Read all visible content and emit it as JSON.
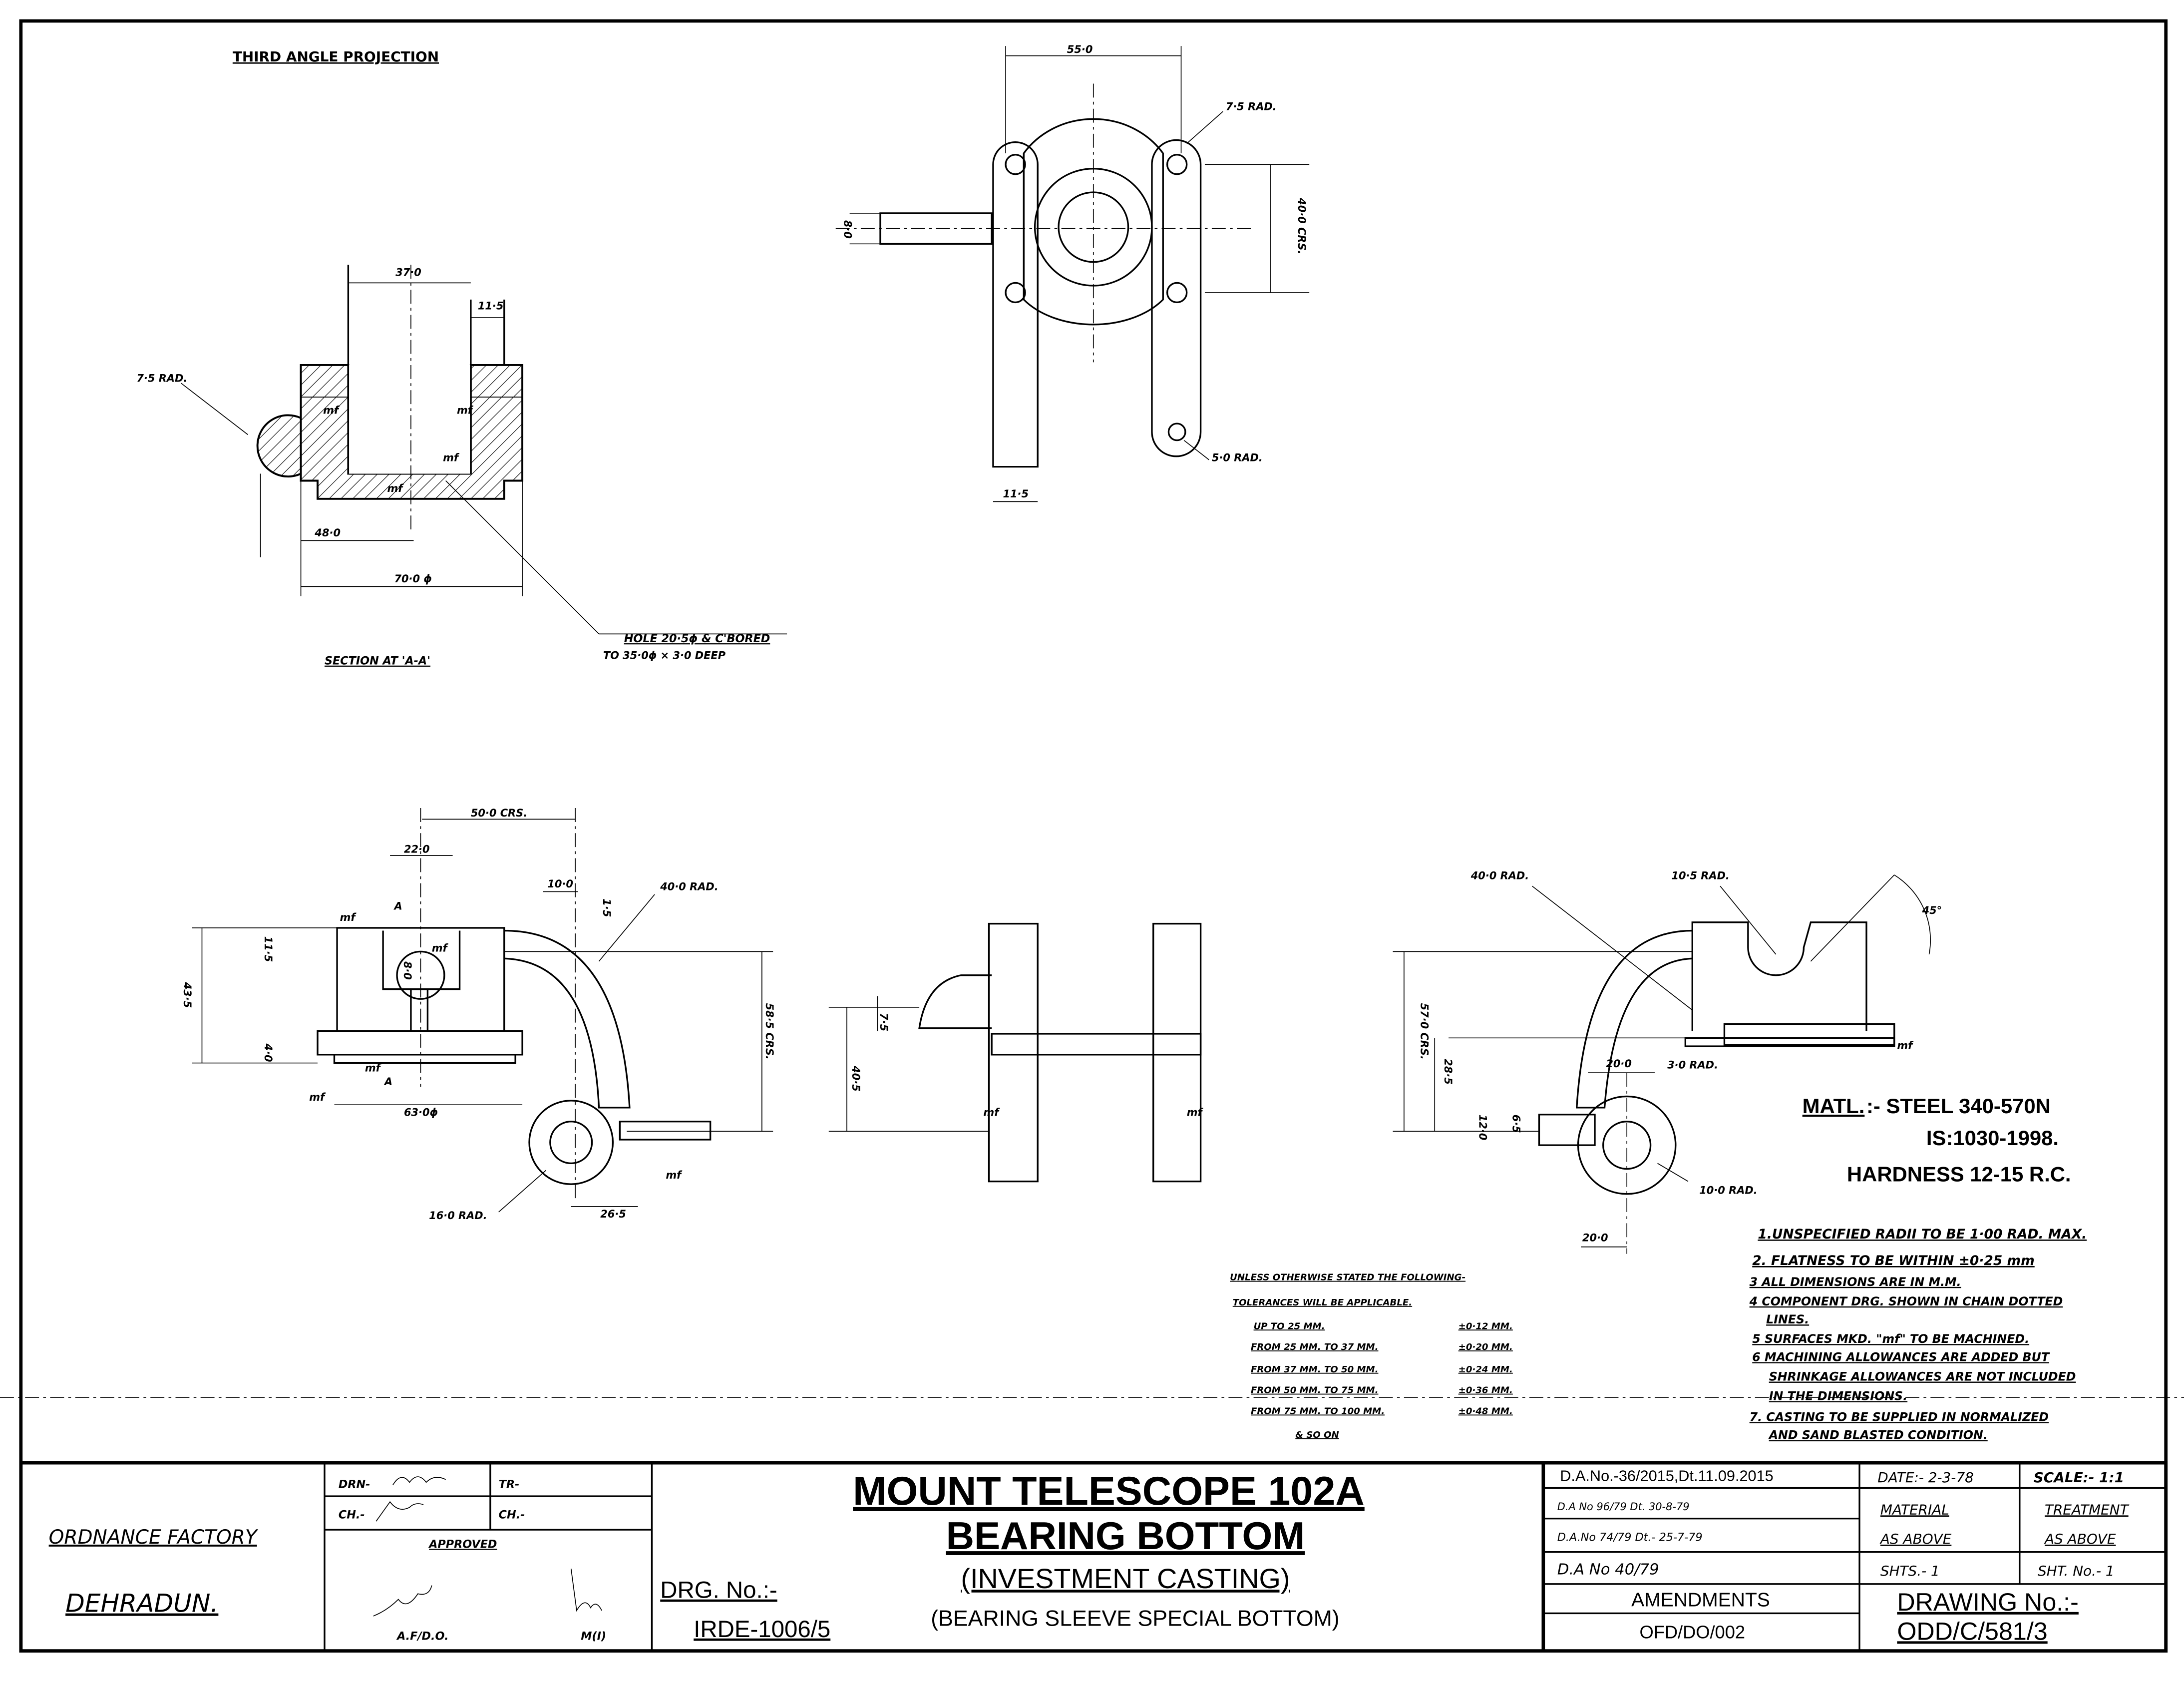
{
  "header": {
    "projection": "THIRD ANGLE PROJECTION"
  },
  "views": {
    "section": {
      "label": "SECTION AT 'A-A'",
      "dims": [
        "37·0",
        "11·5",
        "7·5 RAD.",
        "48·0",
        "70·0 ϕ",
        "mf",
        "mf",
        "mf",
        "mf"
      ],
      "hole_note": [
        "HOLE 20·5ϕ & C'BORED",
        "TO 35·0ϕ × 3·0 DEEP"
      ]
    },
    "top": {
      "dims": [
        "55·0",
        "7·5 RAD.",
        "40·0 CRS.",
        "8·0",
        "11·5",
        "5·0 RAD."
      ]
    },
    "front": {
      "dims": [
        "50·0 CRS.",
        "22·0",
        "10·0",
        "1·5",
        "40·0 RAD.",
        "11·5",
        "8·0",
        "43·5",
        "4·0",
        "58·5 CRS.",
        "63·0ϕ",
        "16·0 RAD.",
        "26·5",
        "A",
        "A",
        "mf",
        "mf",
        "mf",
        "mf",
        "mf"
      ]
    },
    "side": {
      "dims": [
        "7·5",
        "40·5",
        "mf",
        "mf"
      ]
    },
    "right": {
      "dims": [
        "40·0 RAD.",
        "10·5 RAD.",
        "45°",
        "57·0 CRS.",
        "28·5",
        "20·0",
        "3·0 RAD.",
        "12·0",
        "6·5",
        "10·0 RAD.",
        "20·0",
        "mf"
      ]
    }
  },
  "material": {
    "label": "MATL.",
    "spec": ":- STEEL 340-570N",
    "standard": "IS:1030-1998.",
    "hardness": "HARDNESS 12-15 R.C."
  },
  "notes": [
    "1.UNSPECIFIED RADII TO BE 1·00 RAD. MAX.",
    "2. FLATNESS TO BE WITHIN ±0·25 mm",
    "3 ALL DIMENSIONS ARE IN M.M.",
    "4 COMPONENT DRG. SHOWN IN CHAIN DOTTED",
    "LINES.",
    "5 SURFACES MKD. \"mf\" TO BE MACHINED.",
    "6 MACHINING ALLOWANCES ARE ADDED BUT",
    "SHRINKAGE ALLOWANCES ARE NOT INCLUDED",
    "IN THE DIMENSIONS.",
    "7. CASTING TO BE SUPPLIED IN NORMALIZED",
    "AND SAND BLASTED CONDITION."
  ],
  "tolerances": {
    "heading": [
      "UNLESS OTHERWISE STATED THE FOLLOWING-",
      "TOLERANCES WILL BE APPLICABLE."
    ],
    "rows": [
      {
        "range": "UP TO 25 MM.",
        "value": "±0·12 MM."
      },
      {
        "range": "FROM 25 MM. TO 37 MM.",
        "value": "±0·20 MM."
      },
      {
        "range": "FROM 37 MM. TO 50 MM.",
        "value": "±0·24 MM."
      },
      {
        "range": "FROM 50 MM. TO 75 MM.",
        "value": "±0·36 MM."
      },
      {
        "range": "FROM 75 MM. TO 100 MM.",
        "value": "±0·48 MM."
      }
    ],
    "footer": "& SO ON"
  },
  "title_block": {
    "org": "ORDNANCE FACTORY",
    "city": "DEHRADUN.",
    "drn": "DRN-",
    "tr": "TR-",
    "ch1": "CH.-",
    "ch2": "CH.-",
    "approved": "APPROVED",
    "af_do": "A.F/D.O.",
    "m1": "M(I)",
    "title1": "MOUNT TELESCOPE 102A",
    "title2": "BEARING BOTTOM",
    "title3": "(INVESTMENT CASTING)",
    "title4": "(BEARING SLEEVE SPECIAL BOTTOM)",
    "drg_label": "DRG. No.:-",
    "drg_no": "IRDE-1006/5",
    "amendments": [
      "D.A.No.-36/2015,Dt.11.09.2015",
      "D.A No 96/79 Dt. 30-8-79",
      "D.A.No 74/79 Dt.- 25-7-79",
      "D.A No 40/79"
    ],
    "amendments_label": "AMENDMENTS",
    "amendments_ref": "OFD/DO/002",
    "date": "DATE:- 2-3-78",
    "scale": "SCALE:- 1:1",
    "material_label": "MATERIAL",
    "material_value": "AS ABOVE",
    "treatment_label": "TREATMENT",
    "treatment_value": "AS ABOVE",
    "shts": "SHTS.- 1",
    "sht_no": "SHT. No.- 1",
    "drawing_label": "DRAWING No.:-",
    "drawing_no": "ODD/C/581/3"
  }
}
